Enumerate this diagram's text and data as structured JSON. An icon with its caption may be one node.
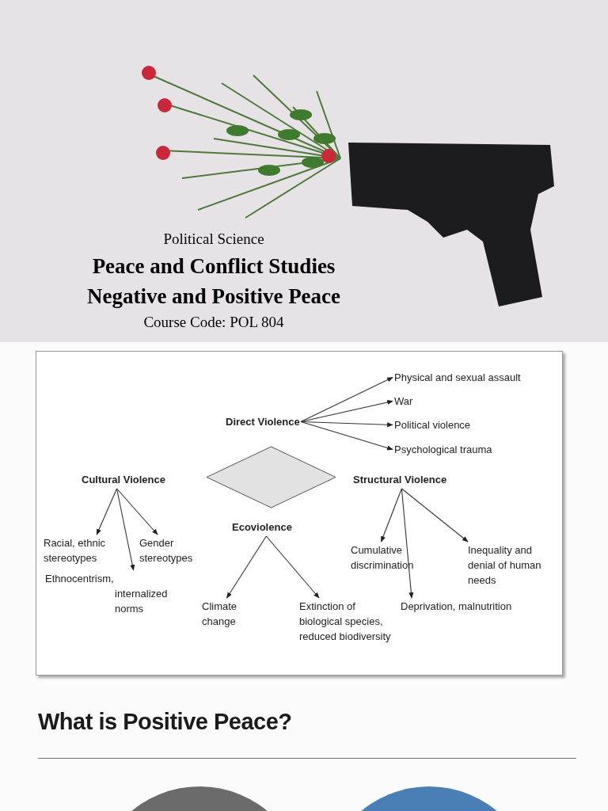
{
  "diagram": {
    "nodes": [
      {
        "text": [
          "Direct Violence"
        ]
      },
      {
        "text": [
          "Physical and sexual assault"
        ]
      },
      {
        "text": [
          "War"
        ]
      },
      {
        "text": [
          "Political violence"
        ]
      },
      {
        "text": [
          "Psychological trauma"
        ]
      },
      {
        "text": [],
        "shape": "diamond"
      },
      {
        "text": [
          "Cultural Violence"
        ]
      },
      {
        "text": [
          "Structural Violence"
        ]
      },
      {
        "text": [
          "Racial, ethnic stereotypes"
        ]
      },
      {
        "text": [
          "Gender stereotypes"
        ]
      },
      {
        "text": [
          "Ecoviolence"
        ]
      },
      {
        "text": [
          "Cumulative discrimination"
        ]
      },
      {
        "text": [
          "Inequality and denial of human needs"
        ]
      },
      {
        "text": [
          "Ethnocentrism, internalized norms"
        ]
      },
      {
        "text": [
          "Climate change"
        ]
      },
      {
        "text": [
          "Extinction of biological species, reduced biodiversity"
        ]
      },
      {
        "text": [
          "Deprivation, malnutrition"
        ]
      },
      {
        "text": [],
        "shape": "circle"
      },
      {
        "text": [],
        "shape": "circle"
      }
    ],
    "edges": [
      {
        "from": 0,
        "to": 1,
        "arrow": "to"
      },
      {
        "from": 0,
        "to": 2,
        "arrow": "to"
      },
      {
        "from": 0,
        "to": 3,
        "arrow": "to"
      },
      {
        "from": 0,
        "to": 4,
        "arrow": "to"
      },
      {
        "from": 6,
        "to": 8,
        "arrow": "to"
      },
      {
        "from": 6,
        "to": 9,
        "arrow": "to"
      },
      {
        "from": 6,
        "to": 13,
        "arrow": "to"
      },
      {
        "from": 7,
        "to": 11,
        "arrow": "to"
      },
      {
        "from": 7,
        "to": 16,
        "arrow": "to"
      },
      {
        "from": 7,
        "to": 12,
        "arrow": "to"
      },
      {
        "from": 10,
        "to": 14,
        "arrow": "to"
      },
      {
        "from": 10,
        "to": 15,
        "arrow": "to"
      }
    ],
    "labels": [
      "Political Science",
      "Peace and Conflict Studies",
      "Negative and Positive Peace",
      "Course Code: POL 804",
      "What is Positive Peace?"
    ]
  }
}
